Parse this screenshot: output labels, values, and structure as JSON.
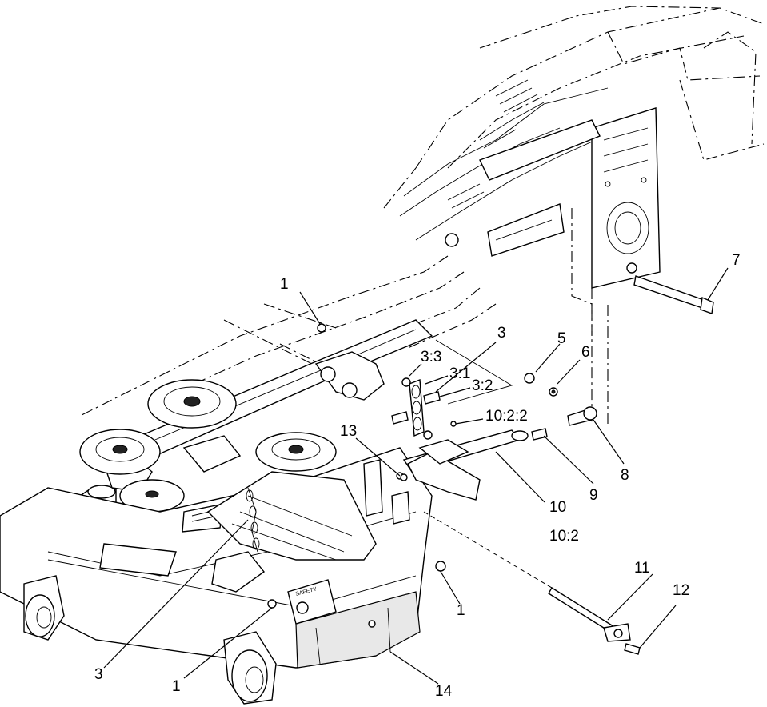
{
  "callouts": [
    {
      "id": "c1a",
      "text": "1"
    },
    {
      "id": "c1b",
      "text": "1"
    },
    {
      "id": "c1c",
      "text": "1"
    },
    {
      "id": "c3a",
      "text": "3"
    },
    {
      "id": "c3b",
      "text": "3"
    },
    {
      "id": "c33",
      "text": "3:3"
    },
    {
      "id": "c31",
      "text": "3:1"
    },
    {
      "id": "c32",
      "text": "3:2"
    },
    {
      "id": "c5",
      "text": "5"
    },
    {
      "id": "c6",
      "text": "6"
    },
    {
      "id": "c7",
      "text": "7"
    },
    {
      "id": "c8",
      "text": "8"
    },
    {
      "id": "c9",
      "text": "9"
    },
    {
      "id": "c10",
      "text": "10"
    },
    {
      "id": "c102",
      "text": "10:2"
    },
    {
      "id": "c1022",
      "text": "10:2:2"
    },
    {
      "id": "c11",
      "text": "11"
    },
    {
      "id": "c12",
      "text": "12"
    },
    {
      "id": "c13",
      "text": "13"
    },
    {
      "id": "c14",
      "text": "14"
    }
  ],
  "decals": {
    "deck_logo": "SAFETY"
  }
}
